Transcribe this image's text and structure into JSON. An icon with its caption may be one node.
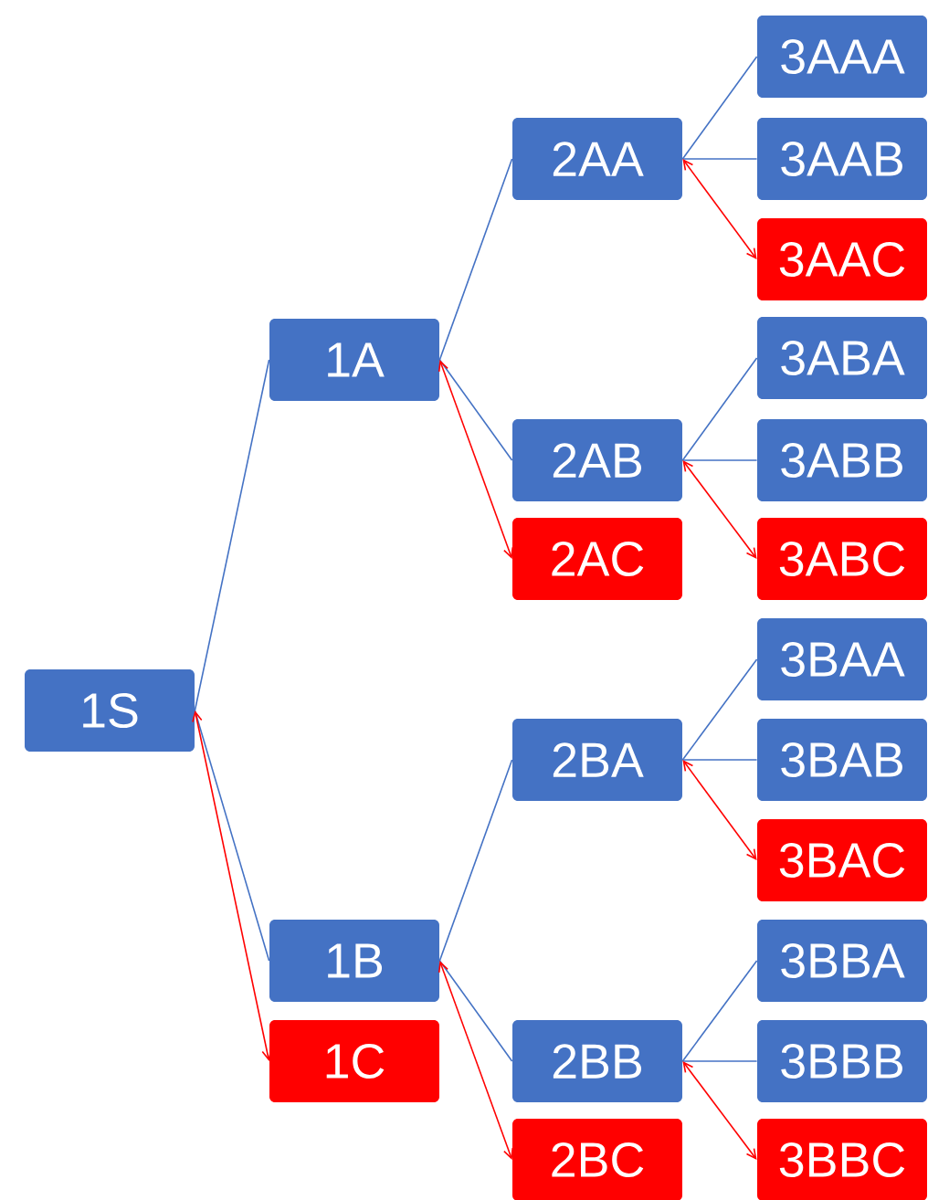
{
  "diagram": {
    "nodes": [
      {
        "text": [
          "1S"
        ]
      },
      {
        "text": [
          "1A"
        ]
      },
      {
        "text": [
          "1B"
        ]
      },
      {
        "text": [
          "1C"
        ]
      },
      {
        "text": [
          "2AA"
        ]
      },
      {
        "text": [
          "2AB"
        ]
      },
      {
        "text": [
          "2AC"
        ]
      },
      {
        "text": [
          "2BA"
        ]
      },
      {
        "text": [
          "2BB"
        ]
      },
      {
        "text": [
          "2BC"
        ]
      },
      {
        "text": [
          "3AAA"
        ]
      },
      {
        "text": [
          "3AAB"
        ]
      },
      {
        "text": [
          "3AAC"
        ]
      },
      {
        "text": [
          "3ABA"
        ]
      },
      {
        "text": [
          "3ABB"
        ]
      },
      {
        "text": [
          "3ABC"
        ]
      },
      {
        "text": [
          "3BAA"
        ]
      },
      {
        "text": [
          "3BAB"
        ]
      },
      {
        "text": [
          "3BAC"
        ]
      },
      {
        "text": [
          "3BBA"
        ]
      },
      {
        "text": [
          "3BBB"
        ]
      },
      {
        "text": [
          "3BBC"
        ]
      }
    ],
    "edges": [
      {
        "from": 0,
        "to": 1,
        "arrow": "none"
      },
      {
        "from": 0,
        "to": 2,
        "arrow": "none"
      },
      {
        "from": 0,
        "to": 3,
        "arrow": "both",
        "color": "#ff0000"
      },
      {
        "from": 1,
        "to": 4,
        "arrow": "none"
      },
      {
        "from": 1,
        "to": 5,
        "arrow": "none"
      },
      {
        "from": 1,
        "to": 6,
        "arrow": "both",
        "color": "#ff0000"
      },
      {
        "from": 2,
        "to": 7,
        "arrow": "none"
      },
      {
        "from": 2,
        "to": 8,
        "arrow": "none"
      },
      {
        "from": 2,
        "to": 9,
        "arrow": "both",
        "color": "#ff0000"
      },
      {
        "from": 4,
        "to": 10,
        "arrow": "none"
      },
      {
        "from": 4,
        "to": 11,
        "arrow": "none"
      },
      {
        "from": 4,
        "to": 12,
        "arrow": "both",
        "color": "#ff0000"
      },
      {
        "from": 5,
        "to": 13,
        "arrow": "none"
      },
      {
        "from": 5,
        "to": 14,
        "arrow": "none"
      },
      {
        "from": 5,
        "to": 15,
        "arrow": "both",
        "color": "#ff0000"
      },
      {
        "from": 7,
        "to": 16,
        "arrow": "none"
      },
      {
        "from": 7,
        "to": 17,
        "arrow": "none"
      },
      {
        "from": 7,
        "to": 18,
        "arrow": "both",
        "color": "#ff0000"
      },
      {
        "from": 8,
        "to": 19,
        "arrow": "none"
      },
      {
        "from": 8,
        "to": 20,
        "arrow": "none"
      },
      {
        "from": 8,
        "to": 21,
        "arrow": "both",
        "color": "#ff0000"
      }
    ]
  }
}
